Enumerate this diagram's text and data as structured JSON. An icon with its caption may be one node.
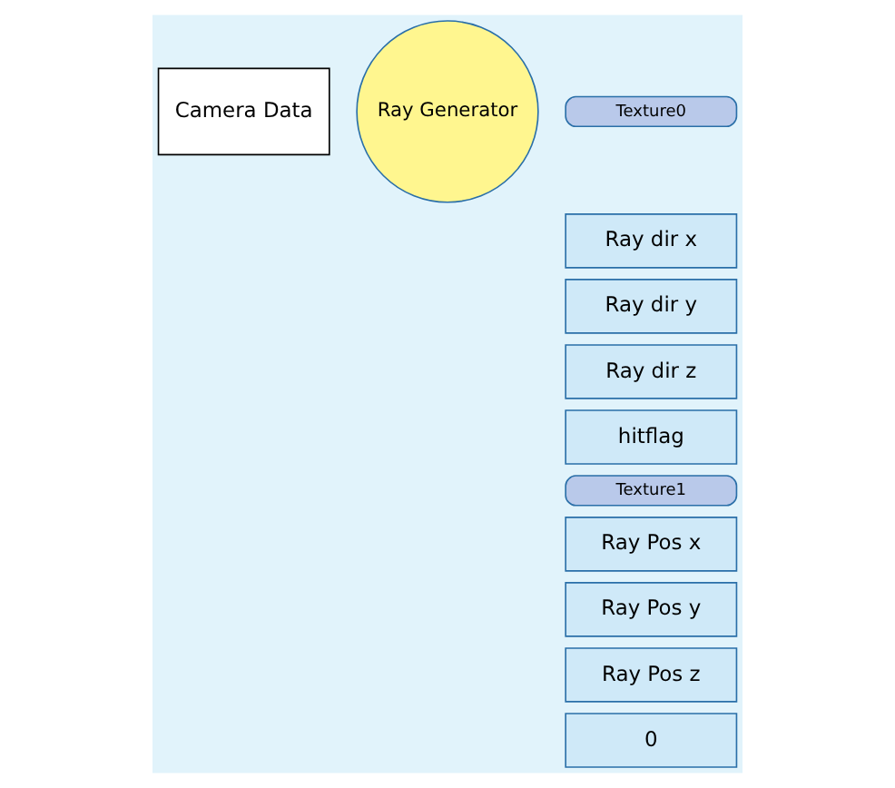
{
  "diagram": {
    "nodes": [
      {
        "text": [
          "Camera Data"
        ]
      },
      {
        "text": [
          "Ray Generator"
        ]
      },
      {
        "text": [
          "Texture0"
        ]
      },
      {
        "text": [
          "Ray dir x"
        ]
      },
      {
        "text": [
          "Ray dir y"
        ]
      },
      {
        "text": [
          "Ray dir z"
        ]
      },
      {
        "text": [
          "hitflag"
        ]
      },
      {
        "text": [
          "Texture1"
        ]
      },
      {
        "text": [
          "Ray Pos x"
        ]
      },
      {
        "text": [
          "Ray Pos y"
        ]
      },
      {
        "text": [
          "Ray Pos z"
        ]
      },
      {
        "text": [
          "0"
        ]
      }
    ],
    "edges": []
  }
}
